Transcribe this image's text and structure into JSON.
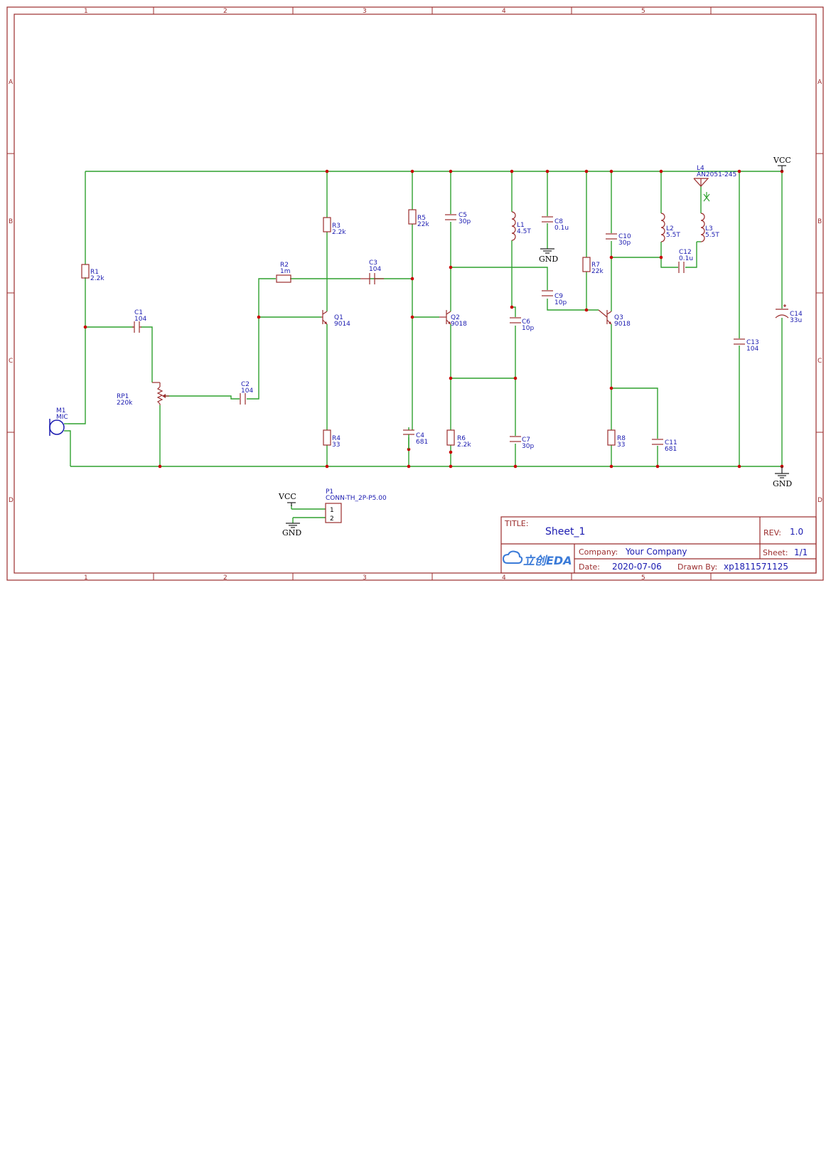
{
  "frame": {
    "columns": [
      "1",
      "2",
      "3",
      "4",
      "5"
    ],
    "rows": [
      "A",
      "B",
      "C",
      "D"
    ]
  },
  "power": {
    "vcc_top": "VCC",
    "gnd_c8": "GND",
    "gnd_right": "GND",
    "vcc_p1": "VCC",
    "gnd_p1": "GND"
  },
  "components": {
    "M1": {
      "ref": "M1",
      "value": "MIC"
    },
    "R1": {
      "ref": "R1",
      "value": "2.2k"
    },
    "C1": {
      "ref": "C1",
      "value": "104"
    },
    "RP1": {
      "ref": "RP1",
      "value": "220k"
    },
    "C2": {
      "ref": "C2",
      "value": "104"
    },
    "R2": {
      "ref": "R2",
      "value": "1m"
    },
    "C3": {
      "ref": "C3",
      "value": "104"
    },
    "R3": {
      "ref": "R3",
      "value": "2.2k"
    },
    "Q1": {
      "ref": "Q1",
      "value": "9014"
    },
    "R4": {
      "ref": "R4",
      "value": "33"
    },
    "R5": {
      "ref": "R5",
      "value": "22k"
    },
    "C4": {
      "ref": "C4",
      "value": "681"
    },
    "C5": {
      "ref": "C5",
      "value": "30p"
    },
    "Q2": {
      "ref": "Q2",
      "value": "9018"
    },
    "R6": {
      "ref": "R6",
      "value": "2.2k"
    },
    "L1": {
      "ref": "L1",
      "value": "4.5T"
    },
    "C6": {
      "ref": "C6",
      "value": "10p"
    },
    "C7": {
      "ref": "C7",
      "value": "30p"
    },
    "C8": {
      "ref": "C8",
      "value": "0.1u"
    },
    "C9": {
      "ref": "C9",
      "value": "10p"
    },
    "R7": {
      "ref": "R7",
      "value": "22k"
    },
    "Q3": {
      "ref": "Q3",
      "value": "9018"
    },
    "R8": {
      "ref": "R8",
      "value": "33"
    },
    "C10": {
      "ref": "C10",
      "value": "30p"
    },
    "C11": {
      "ref": "C11",
      "value": "681"
    },
    "L2": {
      "ref": "L2",
      "value": "5.5T"
    },
    "C12": {
      "ref": "C12",
      "value": "0.1u"
    },
    "L3": {
      "ref": "L3",
      "value": "5.5T"
    },
    "L4": {
      "ref": "L4",
      "value": "AN2051-245"
    },
    "C13": {
      "ref": "C13",
      "value": "104"
    },
    "C14": {
      "ref": "C14",
      "value": "33u"
    },
    "P1": {
      "ref": "P1",
      "value": "CONN-TH_2P-P5.00",
      "pin1": "1",
      "pin2": "2"
    }
  },
  "title_block": {
    "title_key": "TITLE:",
    "title": "Sheet_1",
    "rev_key": "REV:",
    "rev": "1.0",
    "logo": "立创EDA",
    "company_key": "Company:",
    "company": "Your Company",
    "sheet_key": "Sheet:",
    "sheet": "1/1",
    "date_key": "Date:",
    "date": "2020-07-06",
    "drawn_key": "Drawn By:",
    "drawn_by": "xp1811571125"
  }
}
